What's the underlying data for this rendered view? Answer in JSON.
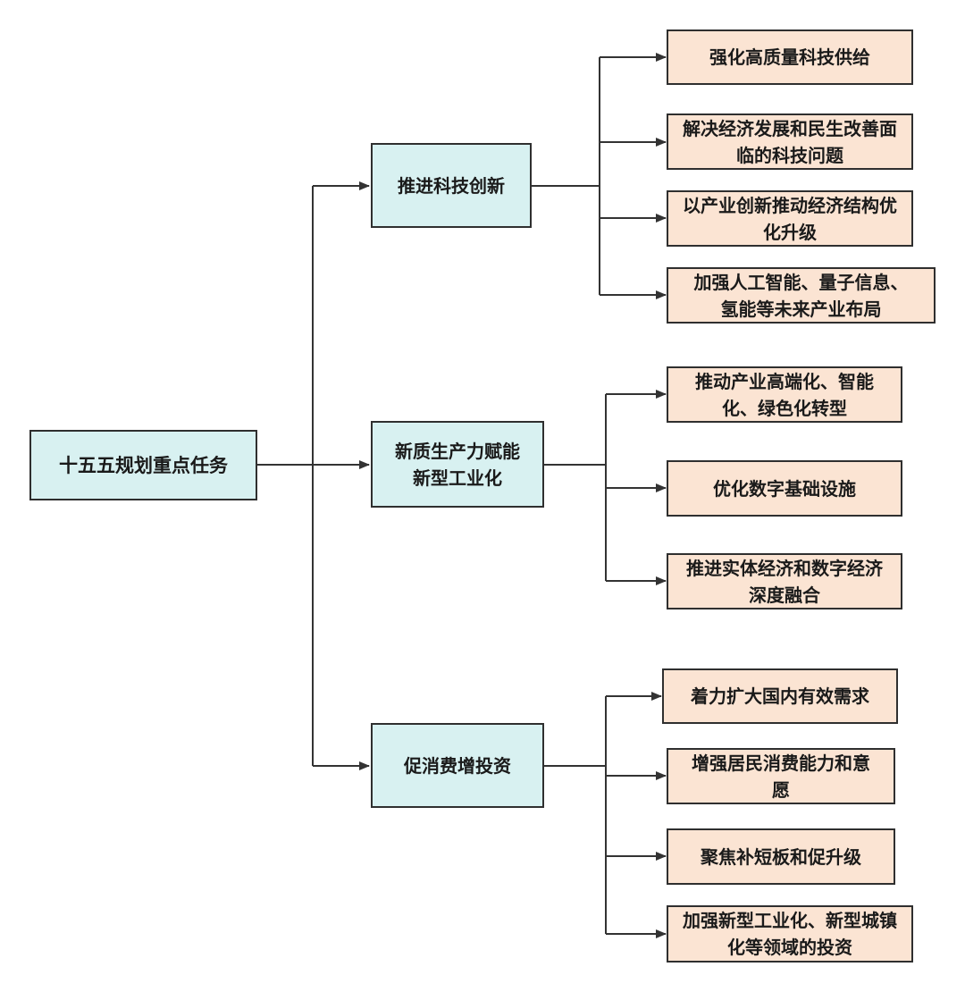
{
  "diagram": {
    "root": {
      "label": "十五五规划重点任务"
    },
    "branches": [
      {
        "label": "推进科技创新",
        "items": [
          "强化高质量科技供给",
          "解决经济发展和民生改善面临的科技问题",
          "以产业创新推动经济结构优化升级",
          "加强人工智能、量子信息、氢能等未来产业布局"
        ]
      },
      {
        "label": "新质生产力赋能新型工业化",
        "items": [
          "推动产业高端化、智能化、绿色化转型",
          "优化数字基础设施",
          "推进实体经济和数字经济深度融合"
        ]
      },
      {
        "label": "促消费增投资",
        "items": [
          "着力扩大国内有效需求",
          "增强居民消费能力和意愿",
          "聚焦补短板和促升级",
          "加强新型工业化、新型城镇化等领域的投资"
        ]
      }
    ],
    "colors": {
      "main_fill": "#d8f1f1",
      "leaf_fill": "#fbe4d3",
      "border": "#2f2f2f",
      "connector": "#333333"
    }
  }
}
